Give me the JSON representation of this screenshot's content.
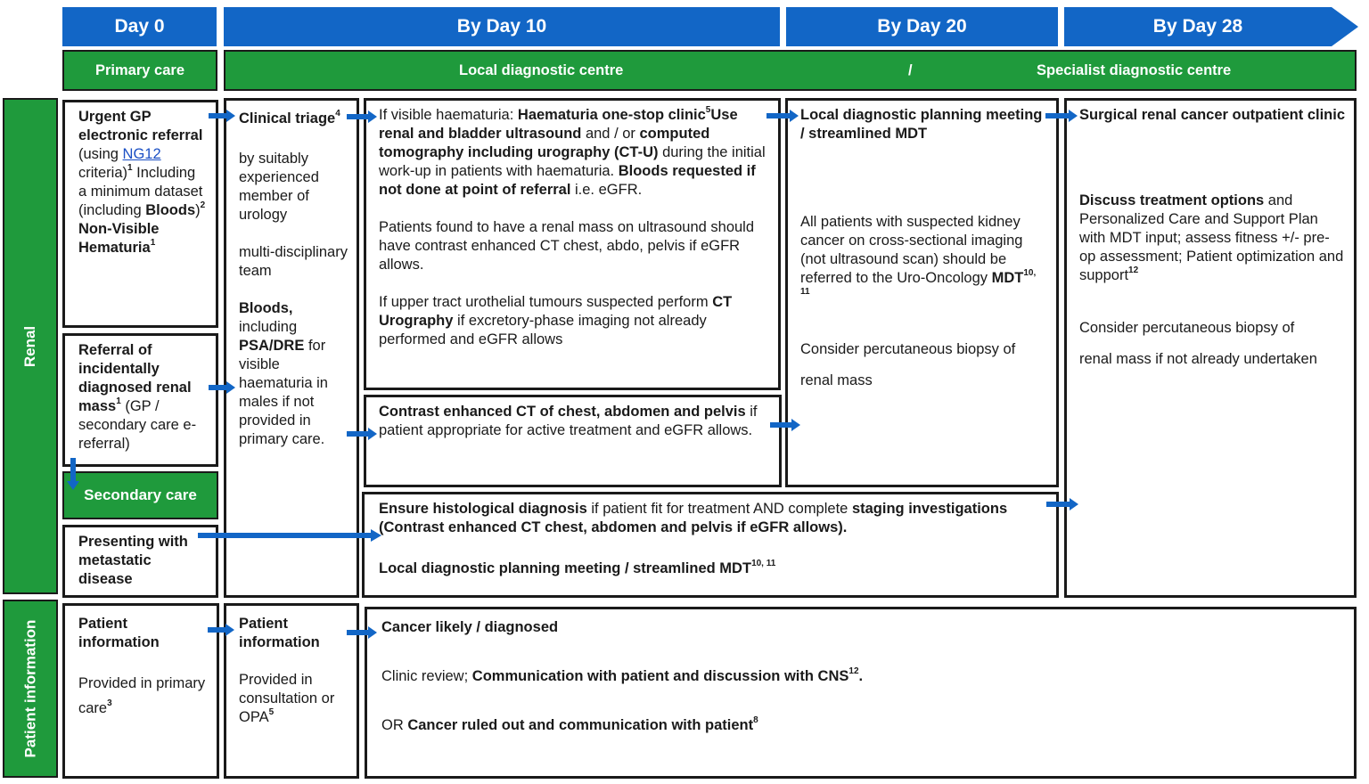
{
  "phases": {
    "day0": "Day 0",
    "day10": "By Day 10",
    "day20": "By Day 20",
    "day28": "By Day 28"
  },
  "settings": {
    "primary_care": "Primary care",
    "local_centre": "Local diagnostic centre",
    "separator": "/",
    "specialist_centre": "Specialist diagnostic centre",
    "secondary_care": "Secondary care"
  },
  "rows": {
    "renal": "Renal",
    "patient_information": "Patient information"
  },
  "day0": {
    "gp_a": "Urgent GP electronic referral",
    "gp_b": " (using ",
    "gp_link": "NG12",
    "gp_c": " criteria)",
    "gp_sup1": "1",
    "gp_d": " Including a minimum dataset (including ",
    "gp_bloods": "Bloods",
    "gp_e": ")",
    "gp_sup2": "2",
    "gp_nvh": " Non-Visible Hematuria",
    "gp_sup3": "1",
    "inc_a": "Referral of incidentally diagnosed renal mass",
    "inc_sup": "1",
    "inc_b": " (GP / secondary care e-referral)",
    "meta": "Presenting with metastatic disease",
    "pi_title": "Patient information",
    "pi_text": "Provided in primary care",
    "pi_sup": "3"
  },
  "triage": {
    "title": "Clinical triage",
    "title_sup": "4",
    "text1": "by suitably experienced member of urology",
    "text2": "multi-disciplinary team",
    "bloods": "Bloods,",
    "text3": " including ",
    "psa": "PSA/DRE",
    "text4": " for visible haematuria in males if not provided in primary care.",
    "pi_title": "Patient information",
    "pi_text": "Provided in consultation or OPA",
    "pi_sup": "5"
  },
  "day10_top": {
    "a": "If visible haematuria: ",
    "b": "Haematuria one-stop clinic",
    "sup": "5",
    "c": "Use renal and bladder ultrasound",
    "d": " and / or ",
    "e": "computed tomography including urography (CT-U)",
    "f": " during the initial work-up in patients with haematuria. ",
    "g": "Bloods requested if not done at point of referral",
    "h": " i.e. eGFR.",
    "p2": "Patients found to have a renal mass on ultrasound should have contrast enhanced CT chest, abdo, pelvis if eGFR allows.",
    "p3a": "If upper tract urothelial tumours suspected perform ",
    "p3b": "CT Urography",
    "p3c": " if excretory-phase imaging not already performed and eGFR allows"
  },
  "day10_mid": {
    "a": "Contrast enhanced CT of chest, abdomen and pelvis",
    "b": " if patient appropriate for active treatment and eGFR allows."
  },
  "day10_bottom": {
    "a": "Ensure histological diagnosis",
    "b": " if patient fit for treatment AND complete ",
    "c": "staging investigations (Contrast enhanced CT chest, abdomen and pelvis if eGFR allows).",
    "d": "Local diagnostic planning meeting / streamlined MDT",
    "sup": "10, 11"
  },
  "day20": {
    "title": "Local diagnostic planning meeting / streamlined MDT",
    "text": "All patients with suspected kidney cancer on cross-sectional imaging (not ultrasound scan) should be referred to the Uro-Oncology ",
    "mdt": "MDT",
    "sup": "10, 11",
    "biopsy1": "Consider percutaneous biopsy of",
    "biopsy2": "renal mass"
  },
  "day28": {
    "title": "Surgical renal cancer outpatient clinic",
    "a": "Discuss treatment options",
    "b": " and Personalized Care and Support Plan with MDT input; assess fitness +/- pre-op assessment; Patient optimization and support",
    "sup": "12",
    "biopsy1": "Consider percutaneous biopsy of",
    "biopsy2": "renal mass if not already undertaken"
  },
  "outcome": {
    "title": "Cancer likely / diagnosed",
    "a": "Clinic review; ",
    "b": "Communication with patient and discussion with CNS",
    "sup1": "12",
    "c": ".",
    "d": "OR ",
    "e": "Cancer ruled out and communication with patient",
    "sup2": "8"
  },
  "colors": {
    "header_blue": "#1266c6",
    "setting_green": "#1f9a3c",
    "arrow_blue": "#1266c6"
  }
}
